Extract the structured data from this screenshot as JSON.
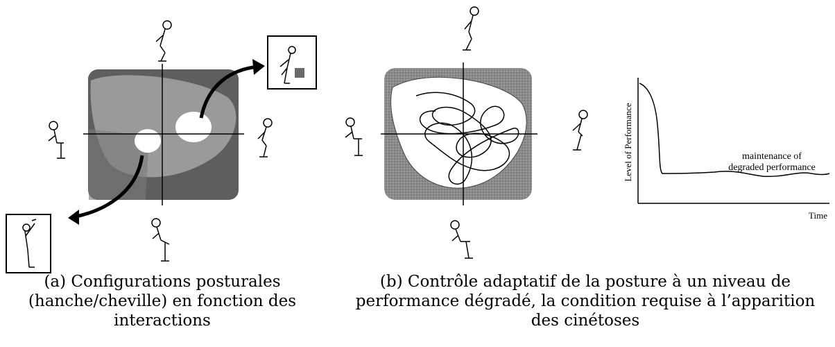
{
  "figure_b": {
    "graph": {
      "ylabel": "Level of Performance",
      "xlabel": "Time",
      "annotation_line1": "maintenance of",
      "annotation_line2": "degraded performance"
    }
  },
  "captions": {
    "a": {
      "line1": "(a) Configurations posturales",
      "line2": "(hanche/cheville) en fonction des",
      "line3": "interactions"
    },
    "b": {
      "line1": "(b) Contrôle adaptatif de la posture à un niveau de",
      "line2": "performance dégradé, la condition requise à l’apparition",
      "line3": "des cinétoses"
    }
  }
}
